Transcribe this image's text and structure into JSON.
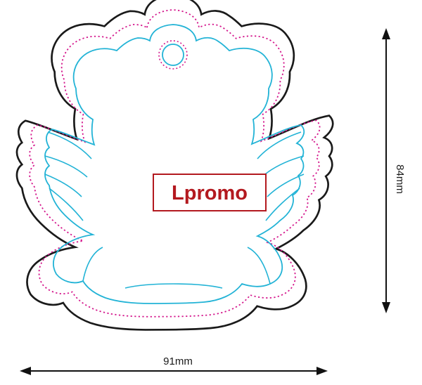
{
  "logo": {
    "text": "Lpromo",
    "color": "#b3191f",
    "border_color": "#b3191f"
  },
  "dimensions": {
    "width_label": "91mm",
    "height_label": "84mm"
  },
  "colors": {
    "cut_line": "#1a1a1a",
    "safety_line": "#d4168c",
    "artwork_line": "#22b3d6"
  }
}
